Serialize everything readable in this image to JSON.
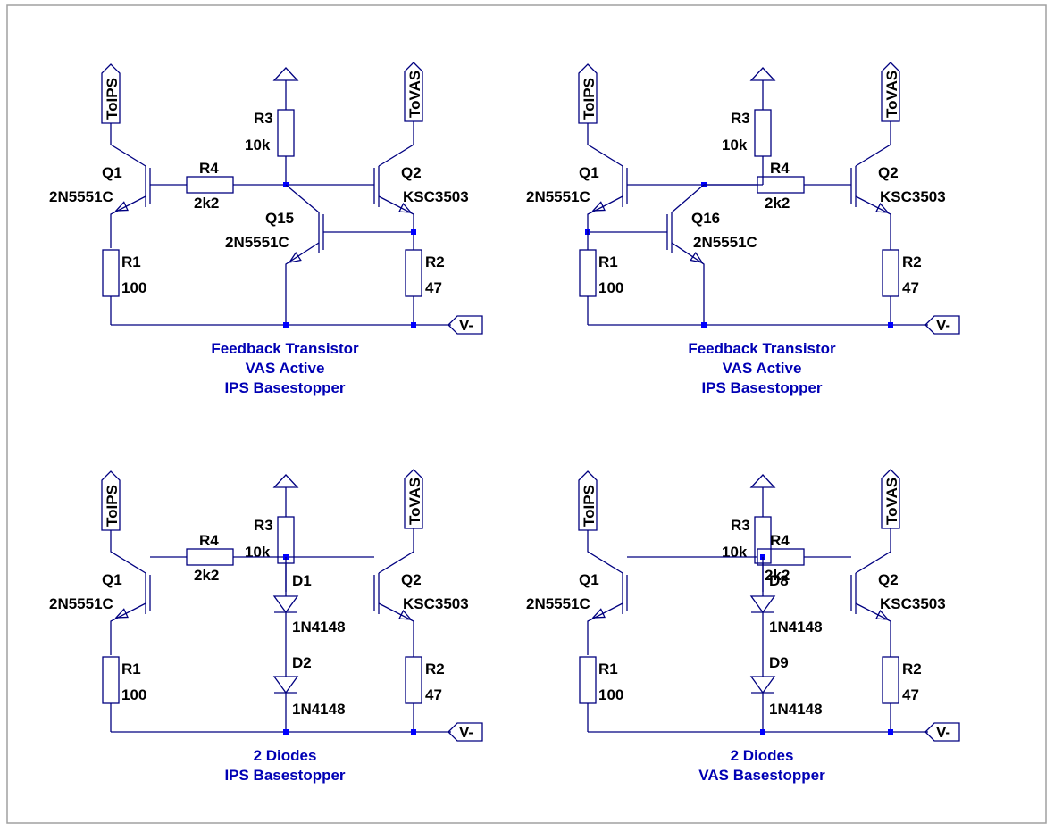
{
  "quadrants": [
    {
      "type": "feedback_ips",
      "q1": {
        "name": "Q1",
        "model": "2N5551C"
      },
      "q2": {
        "name": "Q2",
        "model": "KSC3503"
      },
      "qf": {
        "name": "Q15",
        "model": "2N5551C"
      },
      "r1": {
        "name": "R1",
        "value": "100"
      },
      "r2": {
        "name": "R2",
        "value": "47"
      },
      "r3": {
        "name": "R3",
        "value": "10k"
      },
      "r4": {
        "name": "R4",
        "value": "2k2"
      },
      "flag_ips": "ToIPS",
      "flag_vas": "ToVAS",
      "flag_vneg": "V-",
      "caption": [
        "Feedback Transistor",
        "VAS Active",
        "IPS Basestopper"
      ]
    },
    {
      "type": "feedback_vas",
      "q1": {
        "name": "Q1",
        "model": "2N5551C"
      },
      "q2": {
        "name": "Q2",
        "model": "KSC3503"
      },
      "qf": {
        "name": "Q16",
        "model": "2N5551C"
      },
      "r1": {
        "name": "R1",
        "value": "100"
      },
      "r2": {
        "name": "R2",
        "value": "47"
      },
      "r3": {
        "name": "R3",
        "value": "10k"
      },
      "r4": {
        "name": "R4",
        "value": "2k2"
      },
      "flag_ips": "ToIPS",
      "flag_vas": "ToVAS",
      "flag_vneg": "V-",
      "caption": [
        "Feedback Transistor",
        "VAS Active",
        "IPS Basestopper"
      ]
    },
    {
      "type": "diodes_ips",
      "q1": {
        "name": "Q1",
        "model": "2N5551C"
      },
      "q2": {
        "name": "Q2",
        "model": "KSC3503"
      },
      "da": {
        "name": "D1",
        "model": "1N4148"
      },
      "db": {
        "name": "D2",
        "model": "1N4148"
      },
      "r1": {
        "name": "R1",
        "value": "100"
      },
      "r2": {
        "name": "R2",
        "value": "47"
      },
      "r3": {
        "name": "R3",
        "value": "10k"
      },
      "r4": {
        "name": "R4",
        "value": "2k2"
      },
      "flag_ips": "ToIPS",
      "flag_vas": "ToVAS",
      "flag_vneg": "V-",
      "caption": [
        "2 Diodes",
        "IPS Basestopper"
      ]
    },
    {
      "type": "diodes_vas",
      "q1": {
        "name": "Q1",
        "model": "2N5551C"
      },
      "q2": {
        "name": "Q2",
        "model": "KSC3503"
      },
      "da": {
        "name": "D8",
        "model": "1N4148"
      },
      "db": {
        "name": "D9",
        "model": "1N4148"
      },
      "r1": {
        "name": "R1",
        "value": "100"
      },
      "r2": {
        "name": "R2",
        "value": "47"
      },
      "r3": {
        "name": "R3",
        "value": "10k"
      },
      "r4": {
        "name": "R4",
        "value": "2k2"
      },
      "flag_ips": "ToIPS",
      "flag_vas": "ToVAS",
      "flag_vneg": "V-",
      "caption": [
        "2 Diodes",
        "VAS Basestopper"
      ]
    }
  ]
}
